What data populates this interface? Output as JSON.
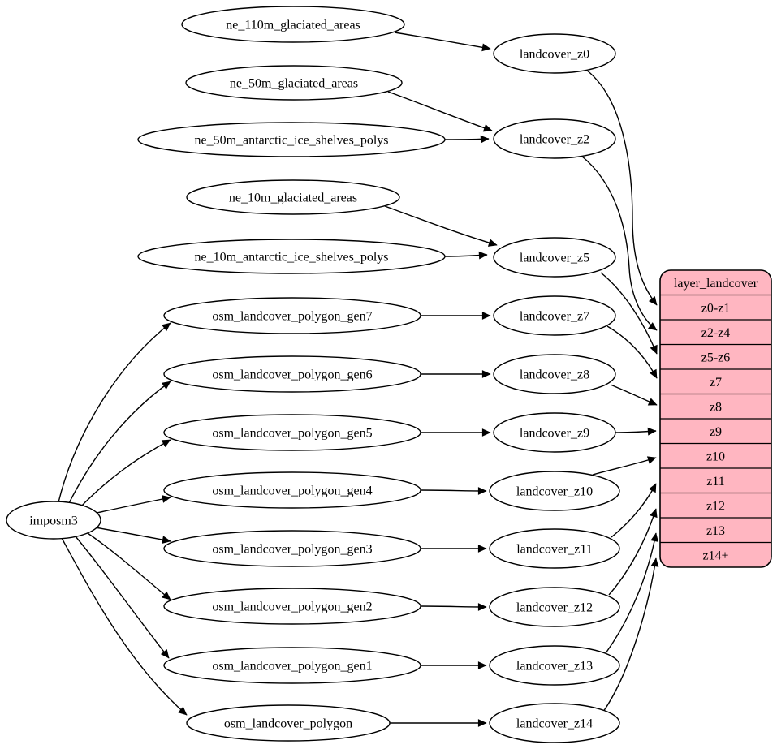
{
  "nodes": {
    "imposm3": "imposm3",
    "ne_110m_glaciated_areas": "ne_110m_glaciated_areas",
    "ne_50m_glaciated_areas": "ne_50m_glaciated_areas",
    "ne_50m_antarctic_ice_shelves_polys": "ne_50m_antarctic_ice_shelves_polys",
    "ne_10m_glaciated_areas": "ne_10m_glaciated_areas",
    "ne_10m_antarctic_ice_shelves_polys": "ne_10m_antarctic_ice_shelves_polys",
    "osm_landcover_polygon_gen7": "osm_landcover_polygon_gen7",
    "osm_landcover_polygon_gen6": "osm_landcover_polygon_gen6",
    "osm_landcover_polygon_gen5": "osm_landcover_polygon_gen5",
    "osm_landcover_polygon_gen4": "osm_landcover_polygon_gen4",
    "osm_landcover_polygon_gen3": "osm_landcover_polygon_gen3",
    "osm_landcover_polygon_gen2": "osm_landcover_polygon_gen2",
    "osm_landcover_polygon_gen1": "osm_landcover_polygon_gen1",
    "osm_landcover_polygon": "osm_landcover_polygon",
    "landcover_z0": "landcover_z0",
    "landcover_z2": "landcover_z2",
    "landcover_z5": "landcover_z5",
    "landcover_z7": "landcover_z7",
    "landcover_z8": "landcover_z8",
    "landcover_z9": "landcover_z9",
    "landcover_z10": "landcover_z10",
    "landcover_z11": "landcover_z11",
    "landcover_z12": "landcover_z12",
    "landcover_z13": "landcover_z13",
    "landcover_z14": "landcover_z14"
  },
  "table": {
    "title": "layer_landcover",
    "rows": [
      "z0-z1",
      "z2-z4",
      "z5-z6",
      "z7",
      "z8",
      "z9",
      "z10",
      "z11",
      "z12",
      "z13",
      "z14+"
    ]
  },
  "edges": [
    "imposm3 -> osm_landcover_polygon_gen7",
    "imposm3 -> osm_landcover_polygon_gen6",
    "imposm3 -> osm_landcover_polygon_gen5",
    "imposm3 -> osm_landcover_polygon_gen4",
    "imposm3 -> osm_landcover_polygon_gen3",
    "imposm3 -> osm_landcover_polygon_gen2",
    "imposm3 -> osm_landcover_polygon_gen1",
    "imposm3 -> osm_landcover_polygon",
    "ne_110m_glaciated_areas -> landcover_z0",
    "ne_50m_glaciated_areas -> landcover_z2",
    "ne_50m_antarctic_ice_shelves_polys -> landcover_z2",
    "ne_10m_glaciated_areas -> landcover_z5",
    "ne_10m_antarctic_ice_shelves_polys -> landcover_z5",
    "osm_landcover_polygon_gen7 -> landcover_z7",
    "osm_landcover_polygon_gen6 -> landcover_z8",
    "osm_landcover_polygon_gen5 -> landcover_z9",
    "osm_landcover_polygon_gen4 -> landcover_z10",
    "osm_landcover_polygon_gen3 -> landcover_z11",
    "osm_landcover_polygon_gen2 -> landcover_z12",
    "osm_landcover_polygon_gen1 -> landcover_z13",
    "osm_landcover_polygon -> landcover_z14",
    "landcover_z0 -> layer_landcover.z0-z1",
    "landcover_z2 -> layer_landcover.z2-z4",
    "landcover_z5 -> layer_landcover.z5-z6",
    "landcover_z7 -> layer_landcover.z7",
    "landcover_z8 -> layer_landcover.z8",
    "landcover_z9 -> layer_landcover.z9",
    "landcover_z10 -> layer_landcover.z10",
    "landcover_z11 -> layer_landcover.z11",
    "landcover_z12 -> layer_landcover.z12",
    "landcover_z13 -> layer_landcover.z13",
    "landcover_z14 -> layer_landcover.z14+"
  ],
  "colors": {
    "background": "#ffffff",
    "node_fill": "#ffffff",
    "stroke": "#000000",
    "table_fill": "#ffb6c1",
    "text": "#000000"
  }
}
